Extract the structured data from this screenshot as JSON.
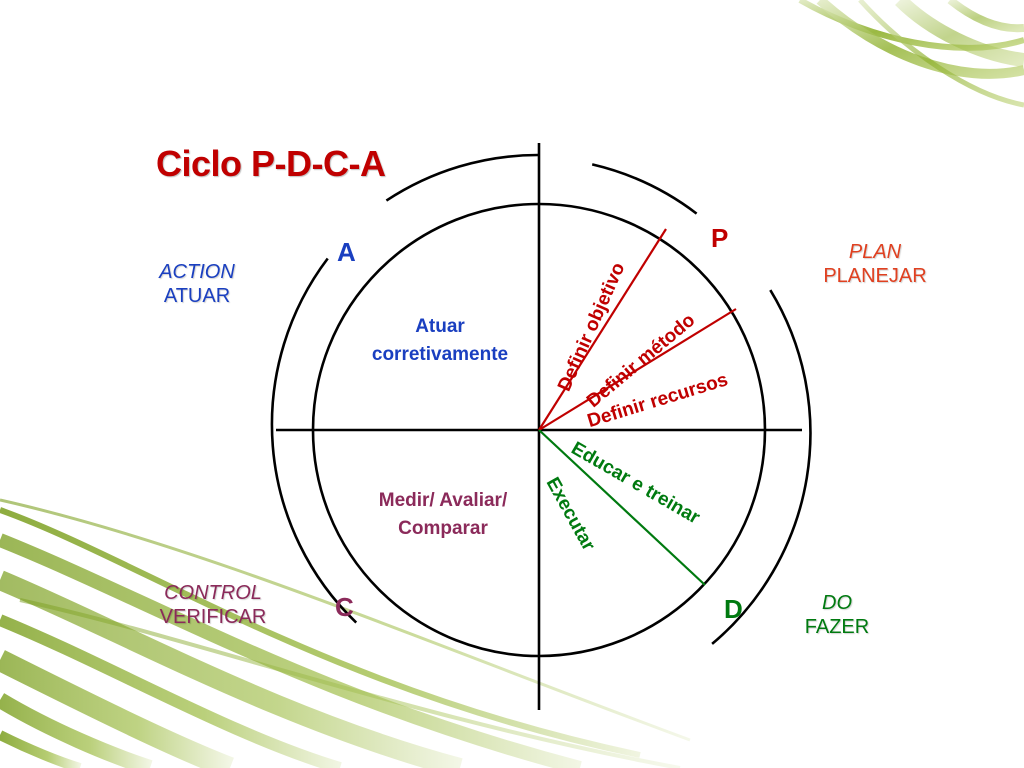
{
  "title": "Ciclo P-D-C-A",
  "colors": {
    "title": "#c00000",
    "plan": "#e04020",
    "plan_lines": "#c00000",
    "do": "#007a10",
    "action": "#1a3fc0",
    "control": "#8b2a5a",
    "circle": "#000000",
    "swoosh": "#8fb12e"
  },
  "quadrants": {
    "plan": {
      "letter": "P",
      "en": "PLAN",
      "pt": "PLANEJAR"
    },
    "do": {
      "letter": "D",
      "en": "DO",
      "pt": "FAZER"
    },
    "check": {
      "letter": "C",
      "en": "CONTROL",
      "pt": "VERIFICAR"
    },
    "action": {
      "letter": "A",
      "en": "ACTION",
      "pt": "ATUAR"
    }
  },
  "plan_steps": [
    "Definir objetivo",
    "Definir método",
    "Definir recursos"
  ],
  "do_steps": [
    "Educar e treinar",
    "Executar"
  ],
  "action_text": [
    "Atuar",
    "corretivamente"
  ],
  "check_text": [
    "Medir/ Avaliar/",
    "Comparar"
  ]
}
